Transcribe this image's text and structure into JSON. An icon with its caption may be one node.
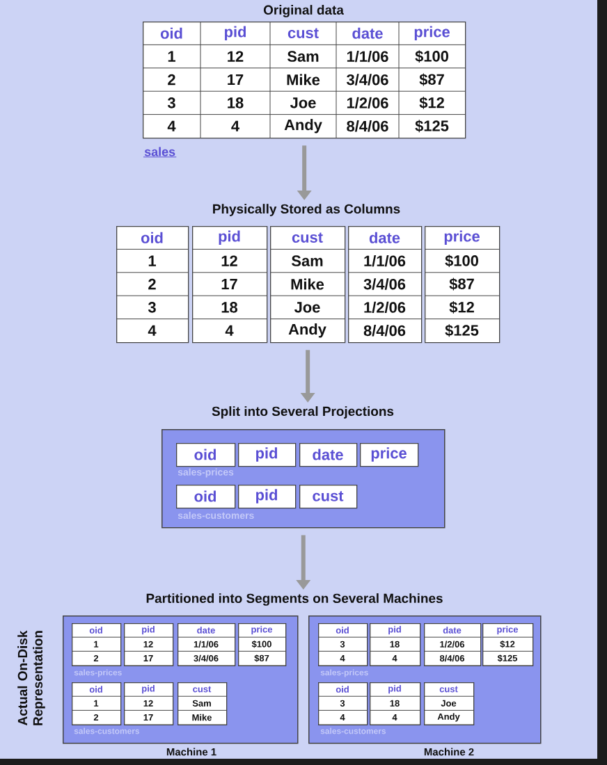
{
  "diagram": {
    "nodes": [
      {
        "text": [
          "Original data"
        ]
      },
      {
        "text": [
          "oid",
          "pid",
          "cust",
          "date",
          "price",
          "1",
          "12",
          "Sam",
          "1/1/06",
          "$100",
          "2",
          "17",
          "Mike",
          "3/4/06",
          "$87",
          "3",
          "18",
          "Joe",
          "1/2/06",
          "$12",
          "4",
          "4",
          "Andy",
          "8/4/06",
          "$125"
        ],
        "beside": [
          "sales"
        ]
      },
      {
        "text": [
          "Physically Stored as Columns"
        ]
      },
      {
        "text": [
          "oid",
          "1",
          "2",
          "3",
          "4"
        ]
      },
      {
        "text": [
          "pid",
          "12",
          "17",
          "18",
          "4"
        ]
      },
      {
        "text": [
          "cust",
          "Sam",
          "Mike",
          "Joe",
          "Andy"
        ]
      },
      {
        "text": [
          "date",
          "1/1/06",
          "3/4/06",
          "1/2/06",
          "8/4/06"
        ]
      },
      {
        "text": [
          "price",
          "$100",
          "$87",
          "$12",
          "$125"
        ]
      },
      {
        "text": [
          "Split into Several Projections"
        ]
      },
      {
        "text": [
          "sales-prices",
          "sales-customers"
        ]
      },
      {
        "text": [
          "oid"
        ],
        "in": 9
      },
      {
        "text": [
          "pid"
        ],
        "in": 9
      },
      {
        "text": [
          "date"
        ],
        "in": 9
      },
      {
        "text": [
          "price"
        ],
        "in": 9
      },
      {
        "text": [
          "oid"
        ],
        "in": 9
      },
      {
        "text": [
          "pid"
        ],
        "in": 9
      },
      {
        "text": [
          "cust"
        ],
        "in": 9
      },
      {
        "text": [
          "Partitioned into Segments on Several Machines"
        ]
      },
      {
        "text": [
          "sales-prices",
          "sales-customers"
        ],
        "beside": [
          "Machine 1"
        ]
      },
      {
        "text": [
          "oid",
          "1",
          "2"
        ],
        "in": 18
      },
      {
        "text": [
          "pid",
          "12",
          "17"
        ],
        "in": 18
      },
      {
        "text": [
          "date",
          "1/1/06",
          "3/4/06"
        ],
        "in": 18
      },
      {
        "text": [
          "price",
          "$100",
          "$87"
        ],
        "in": 18
      },
      {
        "text": [
          "oid",
          "1",
          "2"
        ],
        "in": 18
      },
      {
        "text": [
          "pid",
          "12",
          "17"
        ],
        "in": 18
      },
      {
        "text": [
          "cust",
          "Sam",
          "Mike"
        ],
        "in": 18
      },
      {
        "text": [
          "sales-prices",
          "sales-customers"
        ],
        "beside": [
          "Machine 2"
        ]
      },
      {
        "text": [
          "oid",
          "3",
          "4"
        ],
        "in": 26
      },
      {
        "text": [
          "pid",
          "18",
          "4"
        ],
        "in": 26
      },
      {
        "text": [
          "date",
          "1/2/06",
          "8/4/06"
        ],
        "in": 26
      },
      {
        "text": [
          "price",
          "$12",
          "$125"
        ],
        "in": 26
      },
      {
        "text": [
          "oid",
          "3",
          "4"
        ],
        "in": 26
      },
      {
        "text": [
          "pid",
          "18",
          "4"
        ],
        "in": 26
      },
      {
        "text": [
          "cust",
          "Joe",
          "Andy"
        ],
        "in": 26
      }
    ],
    "edges": [
      {
        "from": 1,
        "to": 2,
        "arrow": "to"
      },
      {
        "from": 5,
        "to": 8,
        "arrow": "to"
      },
      {
        "from": 9,
        "to": 17,
        "arrow": "to"
      }
    ],
    "labels": [
      "Actual On-Disk Representation"
    ]
  }
}
